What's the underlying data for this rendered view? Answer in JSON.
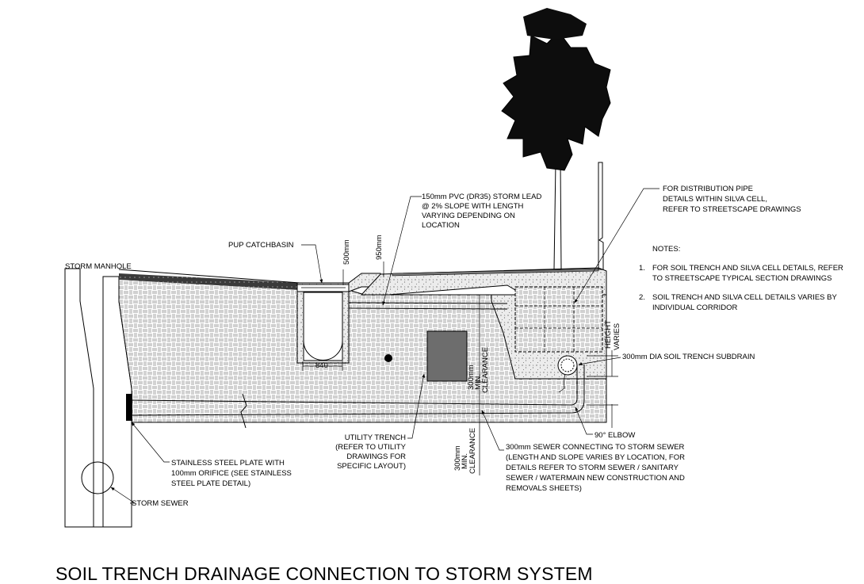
{
  "drawing": {
    "title": "SOIL TRENCH DRAINAGE CONNECTION TO STORM SYSTEM",
    "labels": {
      "storm_manhole": "STORM MANHOLE",
      "pup_catchbasin": "PUP CATCHBASIN",
      "dim_500": "500mm",
      "dim_950": "950mm",
      "dim_840": "840",
      "storm_lead": [
        "150mm PVC (DR35) STORM LEAD",
        "@ 2% SLOPE WITH LENGTH",
        "VARYING DEPENDING ON",
        "LOCATION"
      ],
      "distribution_pipe": [
        "FOR DISTRIBUTION PIPE",
        "DETAILS WITHIN SILVA CELL,",
        "REFER TO STREETSCAPE DRAWINGS"
      ],
      "height_varies": [
        "HEIGHT",
        "VARIES"
      ],
      "subdrain": "300mm DIA SOIL TRENCH SUBDRAIN",
      "clearance_upper": [
        "300mm",
        "MIN.",
        "CLEARANCE"
      ],
      "clearance_lower": [
        "300mm",
        "MIN.",
        "CLEARANCE"
      ],
      "elbow": "90° ELBOW",
      "utility_trench": [
        "UTILITY TRENCH",
        "(REFER TO UTILITY",
        "DRAWINGS FOR",
        "SPECIFIC LAYOUT)"
      ],
      "sewer": [
        "300mm SEWER CONNECTING TO STORM SEWER",
        "(LENGTH AND SLOPE VARIES BY LOCATION, FOR",
        "DETAILS REFER TO STORM SEWER / SANITARY",
        "SEWER / WATERMAIN NEW CONSTRUCTION AND",
        "REMOVALS SHEETS)"
      ],
      "steel_plate": [
        "STAINLESS STEEL PLATE WITH",
        "100mm ORIFICE (SEE STAINLESS",
        "STEEL PLATE DETAIL)"
      ],
      "storm_sewer": "STORM SEWER"
    },
    "notes": {
      "heading": "NOTES:",
      "items": [
        {
          "num": "1.",
          "lines": [
            "FOR SOIL TRENCH AND SILVA CELL DETAILS, REFER",
            "TO STREETSCAPE TYPICAL SECTION DRAWINGS"
          ]
        },
        {
          "num": "2.",
          "lines": [
            "SOIL TRENCH AND SILVA CELL DETAILS VARIES BY",
            "INDIVIDUAL CORRIDOR"
          ]
        }
      ]
    },
    "icons": [
      "tree-icon",
      "manhole-icon",
      "catchbasin-icon",
      "silva-cell-icon",
      "subdrain-pipe-icon"
    ]
  }
}
